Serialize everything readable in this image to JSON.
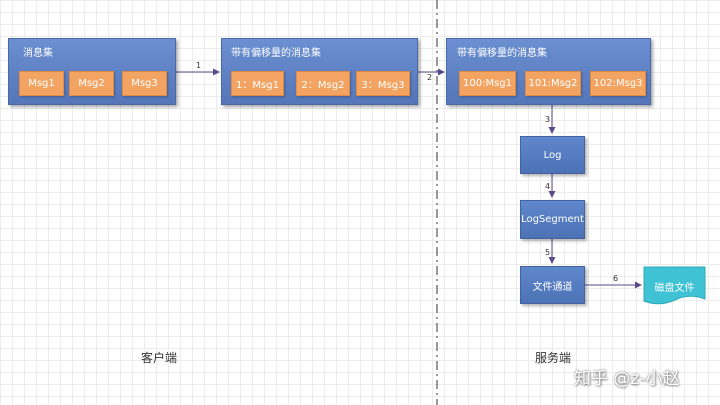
{
  "client_group": {
    "title": "消息集",
    "messages": [
      "Msg1",
      "Msg2",
      "Msg3"
    ]
  },
  "offset_group_client": {
    "title": "带有偏移量的消息集",
    "messages": [
      "1：Msg1",
      "2：Msg2",
      "3：Msg3"
    ]
  },
  "offset_group_server": {
    "title": "带有偏移量的消息集",
    "messages": [
      "100:Msg1",
      "101:Msg2",
      "102:Msg3"
    ]
  },
  "pipeline": {
    "log": "Log",
    "log_segment": "LogSegment",
    "file_channel": "文件通道",
    "disk_file": "磁盘文件"
  },
  "edges": [
    "1",
    "2",
    "3",
    "4",
    "5",
    "6"
  ],
  "sides": {
    "client": "客户端",
    "server": "服务端"
  },
  "watermark": "知乎 @z-小赵",
  "colors": {
    "group_blue": "#5b7fc4",
    "message_orange": "#f4a462",
    "disk_cyan": "#3fc3d4",
    "arrow": "#5b4a8a"
  }
}
